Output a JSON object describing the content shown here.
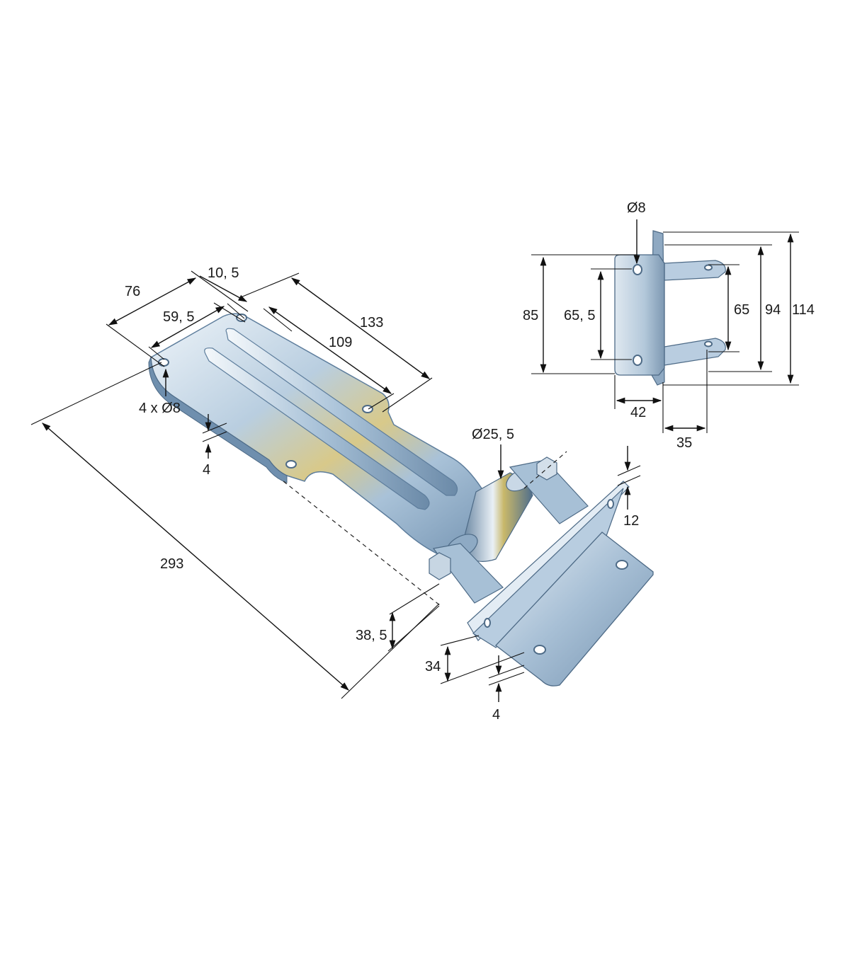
{
  "dimensions": {
    "d76": "76",
    "d10_5": "10, 5",
    "d59_5": "59, 5",
    "d133": "133",
    "d109": "109",
    "holes": "4 x Ø8",
    "d4_plate": "4",
    "d293": "293",
    "d25_5": "Ø25, 5",
    "d12": "12",
    "d38_5": "38, 5",
    "d34": "34",
    "d4_bracket": "4",
    "side_d8": "Ø8",
    "side_85": "85",
    "side_65_5": "65, 5",
    "side_65": "65",
    "side_94": "94",
    "side_114": "114",
    "side_42": "42",
    "side_35": "35"
  },
  "colors": {
    "metal_light": "#dfe9f1",
    "metal_mid": "#9fb8cf",
    "metal_dark": "#5d7d9c",
    "metal_gold": "#c9b86a",
    "line": "#111111"
  }
}
